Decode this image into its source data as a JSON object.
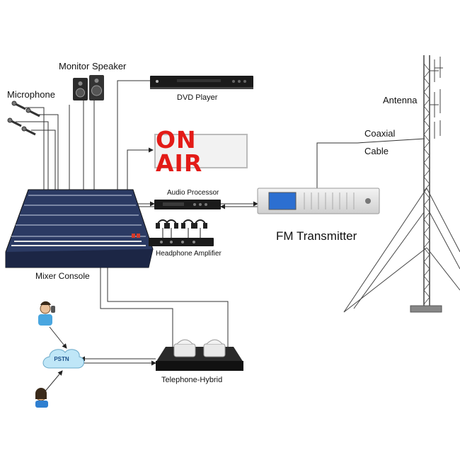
{
  "labels": {
    "monitor_speaker": "Monitor Speaker",
    "microphone": "Microphone",
    "dvd_player": "DVD Player",
    "antenna": "Antenna",
    "coaxial": "Coaxial",
    "cable": "Cable",
    "on_air": "ON AIR",
    "audio_processor": "Audio Processor",
    "fm_transmitter": "FM Transmitter",
    "headphone_amplifier": "Headphone Amplifier",
    "mixer_console": "Mixer Console",
    "pstn": "PSTN",
    "telephone_hybrid": "Telephone-Hybrid"
  },
  "colors": {
    "wire": "#333333",
    "on_air_text": "#e31b17",
    "mixer_body": "#2b3a63",
    "pstn_cloud": "#bfe6f7"
  }
}
